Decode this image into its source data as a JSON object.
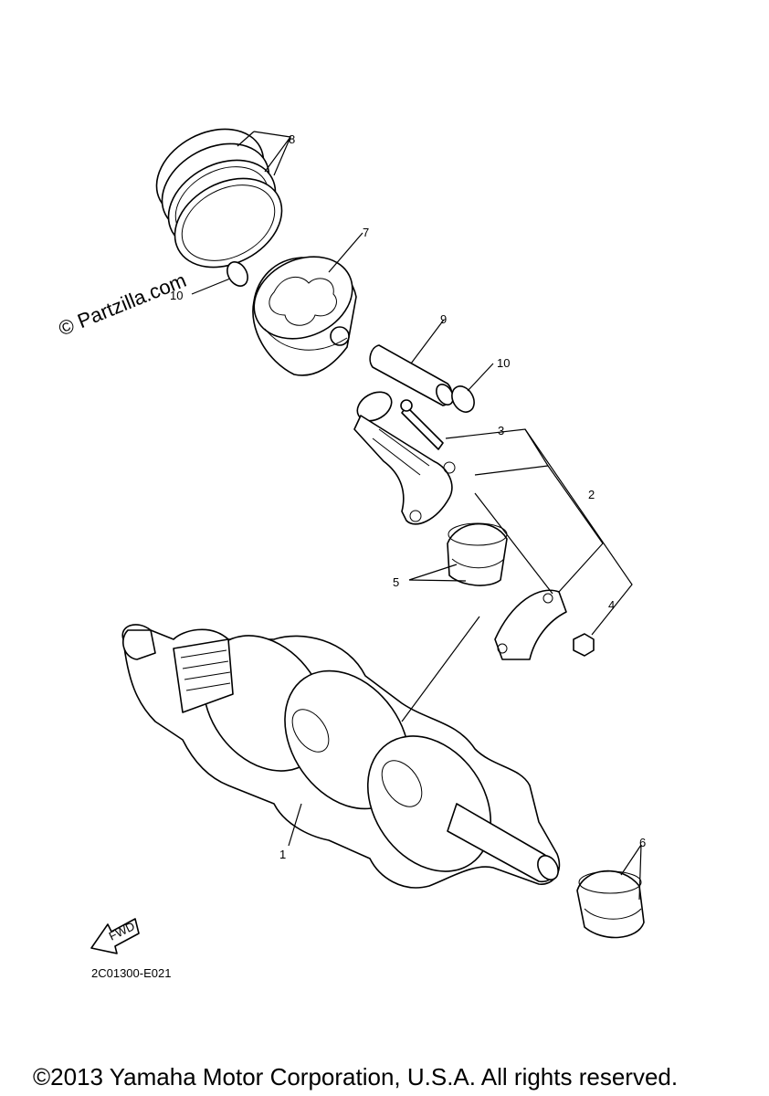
{
  "watermark": "© Partzilla.com",
  "reference_code": "2C01300-E021",
  "copyright": "©2013 Yamaha Motor Corporation, U.S.A. All rights reserved.",
  "fwd_label": "FWD",
  "callouts": {
    "c1": "1",
    "c2": "2",
    "c3": "3",
    "c4": "4",
    "c5": "5",
    "c6": "6",
    "c7": "7",
    "c8": "8",
    "c9": "9",
    "c10a": "10",
    "c10b": "10"
  }
}
